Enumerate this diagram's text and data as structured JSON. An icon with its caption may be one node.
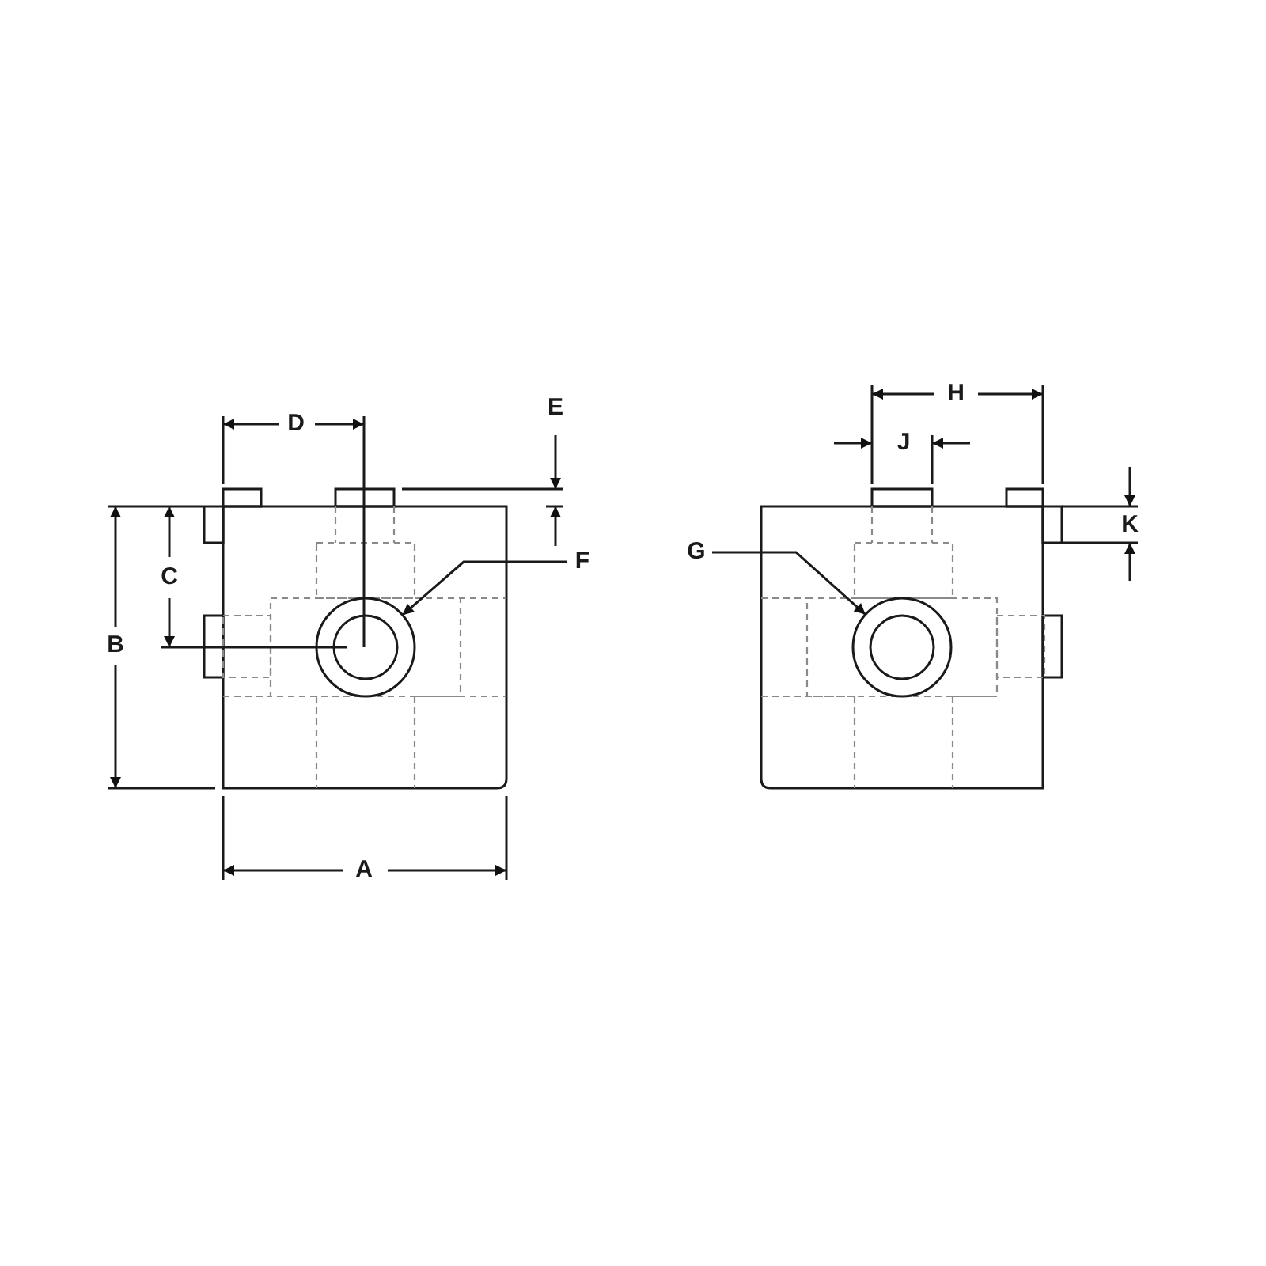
{
  "diagram": {
    "nodes": [
      {
        "text": [
          "F"
        ]
      },
      {
        "text": [],
        "shape": "circle"
      },
      {
        "text": [
          "G"
        ]
      },
      {
        "text": [],
        "shape": "circle"
      }
    ],
    "edges": [
      {
        "from": 0,
        "to": 1,
        "arrow": "to"
      },
      {
        "from": 2,
        "to": 3,
        "arrow": "to"
      }
    ],
    "labels": [
      "H",
      "E",
      "D",
      "J",
      "K",
      "C",
      "B",
      "A"
    ]
  }
}
